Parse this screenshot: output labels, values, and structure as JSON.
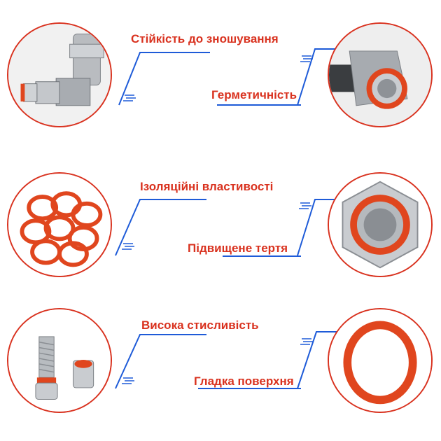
{
  "colors": {
    "accent_red": "#d9321f",
    "line_blue": "#1e5bd8",
    "ring_orange": "#e0461e"
  },
  "rows": [
    {
      "left_label": "Стійкість до зношування",
      "right_label": "Герметичність",
      "left_image": "fitting-elbow-image",
      "right_image": "fitting-sleeve-image"
    },
    {
      "left_label": "Ізоляційні властивості",
      "right_label": "Підвищене тертя",
      "left_image": "orings-pile-image",
      "right_image": "hex-nut-seal-image"
    },
    {
      "left_label": "Висока стисливість",
      "right_label": "Гладка поверхня",
      "left_image": "bolt-seal-image",
      "right_image": "single-oring-image"
    }
  ]
}
